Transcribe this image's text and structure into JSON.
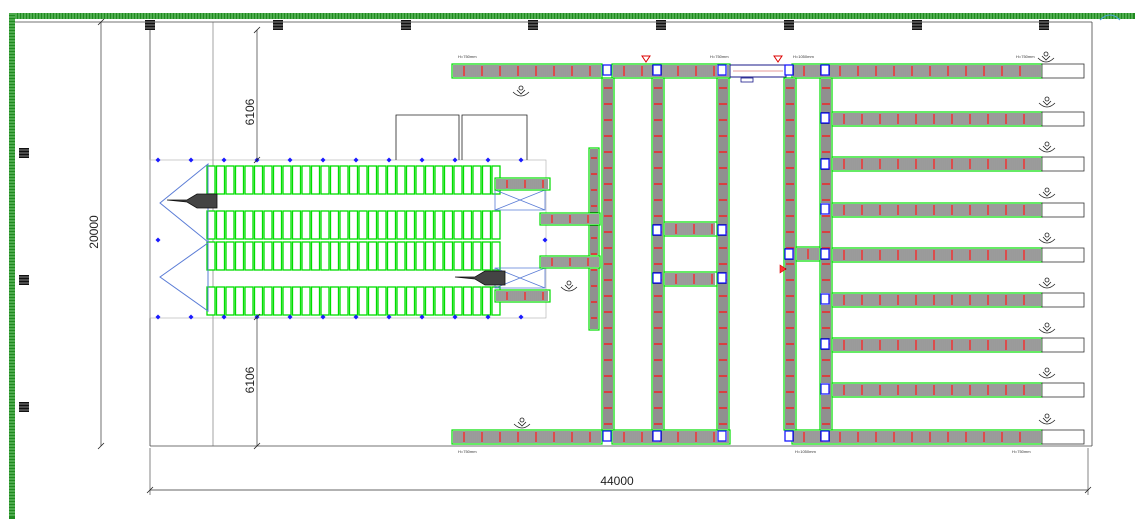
{
  "dimensions": {
    "height_top": "6106",
    "height_total": "20000",
    "height_bottom": "6106",
    "width_total": "44000"
  },
  "conveyor_notes": {
    "top_left": "H=750mm",
    "top_mid": "H=750mm",
    "top_right": "H=1050mm",
    "top_far_right": "H=750mm",
    "bottom_left": "H=750mm",
    "bottom_mid": "H=1050mm",
    "bottom_right": "H=750mm"
  },
  "colors": {
    "wall": "#1f8a1f",
    "conveyor": "#00dd00",
    "roller": "#222222",
    "sensor": "#cc0000",
    "marker": "#1a1aff",
    "dimension": "#333333",
    "frame": "#5a7cd6"
  }
}
